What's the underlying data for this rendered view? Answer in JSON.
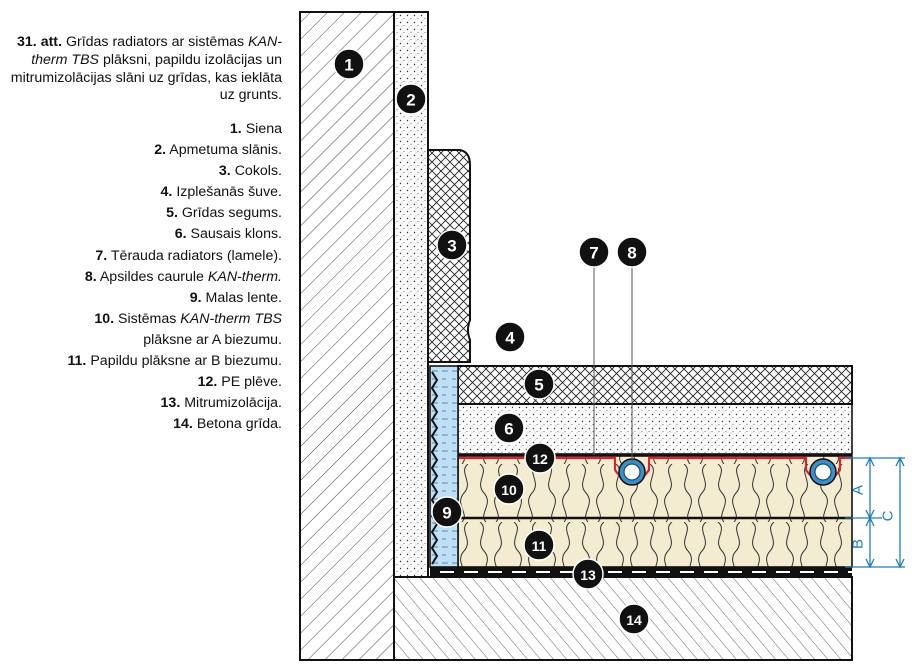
{
  "caption": {
    "number": "31. att.",
    "text_before": "Grīdas radiators ar sistēmas",
    "italic": "KAN-therm TBS",
    "text_after": "plāksni, papildu izolācijas un mitrumizolācijas slāni uz grīdas, kas ieklāta uz grunts."
  },
  "legend": [
    {
      "num": "1.",
      "text": "Siena",
      "italic": "",
      "after": ""
    },
    {
      "num": "2.",
      "text": "Apmetuma slānis.",
      "italic": "",
      "after": ""
    },
    {
      "num": "3.",
      "text": "Cokols.",
      "italic": "",
      "after": ""
    },
    {
      "num": "4.",
      "text": "Izplešanās šuve.",
      "italic": "",
      "after": ""
    },
    {
      "num": "5.",
      "text": "Grīdas segums.",
      "italic": "",
      "after": ""
    },
    {
      "num": "6.",
      "text": "Sausais klons.",
      "italic": "",
      "after": ""
    },
    {
      "num": "7.",
      "text": "Tērauda radiators (lamele).",
      "italic": "",
      "after": ""
    },
    {
      "num": "8.",
      "text": "Apsildes caurule ",
      "italic": "KAN-therm.",
      "after": ""
    },
    {
      "num": "9.",
      "text": "Malas lente.",
      "italic": "",
      "after": ""
    },
    {
      "num": "10.",
      "text": "Sistēmas ",
      "italic": "KAN-therm TBS",
      "after": ""
    },
    {
      "num": "",
      "text": "plāksne ar A biezumu.",
      "italic": "",
      "after": ""
    },
    {
      "num": "11.",
      "text": "Papildu plāksne ar B biezumu.",
      "italic": "",
      "after": ""
    },
    {
      "num": "12.",
      "text": "PE plēve.",
      "italic": "",
      "after": ""
    },
    {
      "num": "13.",
      "text": "Mitrumizolācija.",
      "italic": "",
      "after": ""
    },
    {
      "num": "14.",
      "text": "Betona grīda.",
      "italic": "",
      "after": ""
    }
  ],
  "badges": [
    "1",
    "2",
    "3",
    "4",
    "5",
    "6",
    "7",
    "8",
    "9",
    "10",
    "11",
    "12",
    "13",
    "14"
  ],
  "dimensions": {
    "a": "A",
    "b": "B",
    "c": "C"
  },
  "colors": {
    "badge": "#111111",
    "insulation": "#f4ecd0",
    "edge_strip": "#bfe0f4",
    "pipe_outer": "#d9232e",
    "pipe_inner": "#3a8fc8",
    "dimension": "#1f7fb8"
  }
}
